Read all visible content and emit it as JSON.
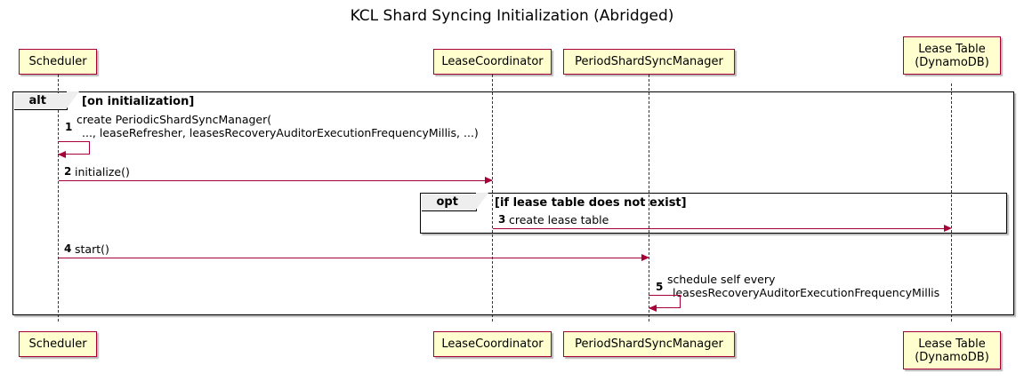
{
  "diagram": {
    "type": "sequence-diagram",
    "title": "KCL Shard Syncing Initialization (Abridged)",
    "colors": {
      "participant_fill": "#FEFECE",
      "participant_border": "#A80036",
      "lifeline": "#A80036",
      "arrow": "#A80036",
      "frame_border": "#000000",
      "frame_tab_fill": "#EEEEEE",
      "text": "#000000",
      "background": "#FFFFFF"
    },
    "participants": [
      {
        "id": "scheduler",
        "label": "Scheduler"
      },
      {
        "id": "lease-coordinator",
        "label": "LeaseCoordinator"
      },
      {
        "id": "period-shard-sync-manager",
        "label": "PeriodShardSyncManager"
      },
      {
        "id": "lease-table",
        "label_line1": "Lease Table",
        "label_line2": "(DynamoDB)"
      }
    ],
    "fragments": [
      {
        "id": "alt-on-initialization",
        "type": "alt",
        "guard": "[on initialization]"
      },
      {
        "id": "opt-lease-table-missing",
        "type": "opt",
        "guard": "[if lease table does not exist]"
      }
    ],
    "messages": [
      {
        "num": "1",
        "from": "scheduler",
        "to": "scheduler",
        "self": true,
        "line1": "create PeriodicShardSyncManager(",
        "line2": "..., leaseRefresher, leasesRecoveryAuditorExecutionFrequencyMillis, ...)"
      },
      {
        "num": "2",
        "from": "scheduler",
        "to": "lease-coordinator",
        "self": false,
        "line1": "initialize()",
        "line2": ""
      },
      {
        "num": "3",
        "from": "lease-coordinator",
        "to": "lease-table",
        "self": false,
        "line1": "create lease table",
        "line2": ""
      },
      {
        "num": "4",
        "from": "scheduler",
        "to": "period-shard-sync-manager",
        "self": false,
        "line1": "start()",
        "line2": ""
      },
      {
        "num": "5",
        "from": "period-shard-sync-manager",
        "to": "period-shard-sync-manager",
        "self": true,
        "line1": "schedule self every",
        "line2": "leasesRecoveryAuditorExecutionFrequencyMillis"
      }
    ]
  }
}
